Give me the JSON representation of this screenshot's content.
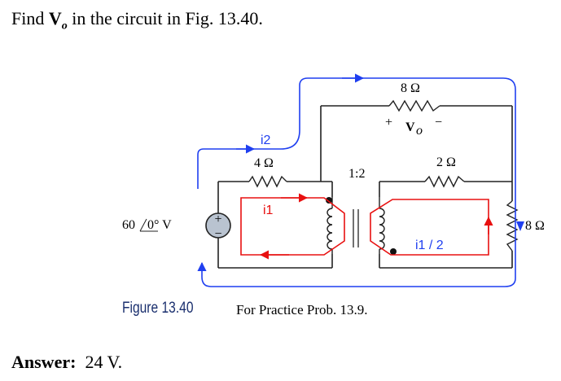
{
  "problem": {
    "prefix": "Find ",
    "var_main": "V",
    "var_sub": "o",
    "suffix": " in the circuit in Fig. 13.40."
  },
  "circuit": {
    "source_label": "60",
    "source_angle": "0° V",
    "r1_label": "4 Ω",
    "r_top_label": "8 Ω",
    "r_mid_label": "2 Ω",
    "r_load_label": "8 Ω",
    "ratio_label": "1:2",
    "vo_plus": "+",
    "vo_minus": "−",
    "vo_main": "V",
    "vo_sub": "o",
    "loop_i1": "i1",
    "loop_i2": "i2",
    "loop_i1_half": "i1 / 2",
    "source_plus": "+",
    "source_minus": "−",
    "colors": {
      "blue": "#1f3ff0",
      "red": "#e81010",
      "wire": "#222222"
    }
  },
  "figure": {
    "label": "Figure 13.40",
    "caption": "For Practice Prob. 13.9."
  },
  "answer": {
    "label": "Answer:",
    "value": "24 V."
  }
}
